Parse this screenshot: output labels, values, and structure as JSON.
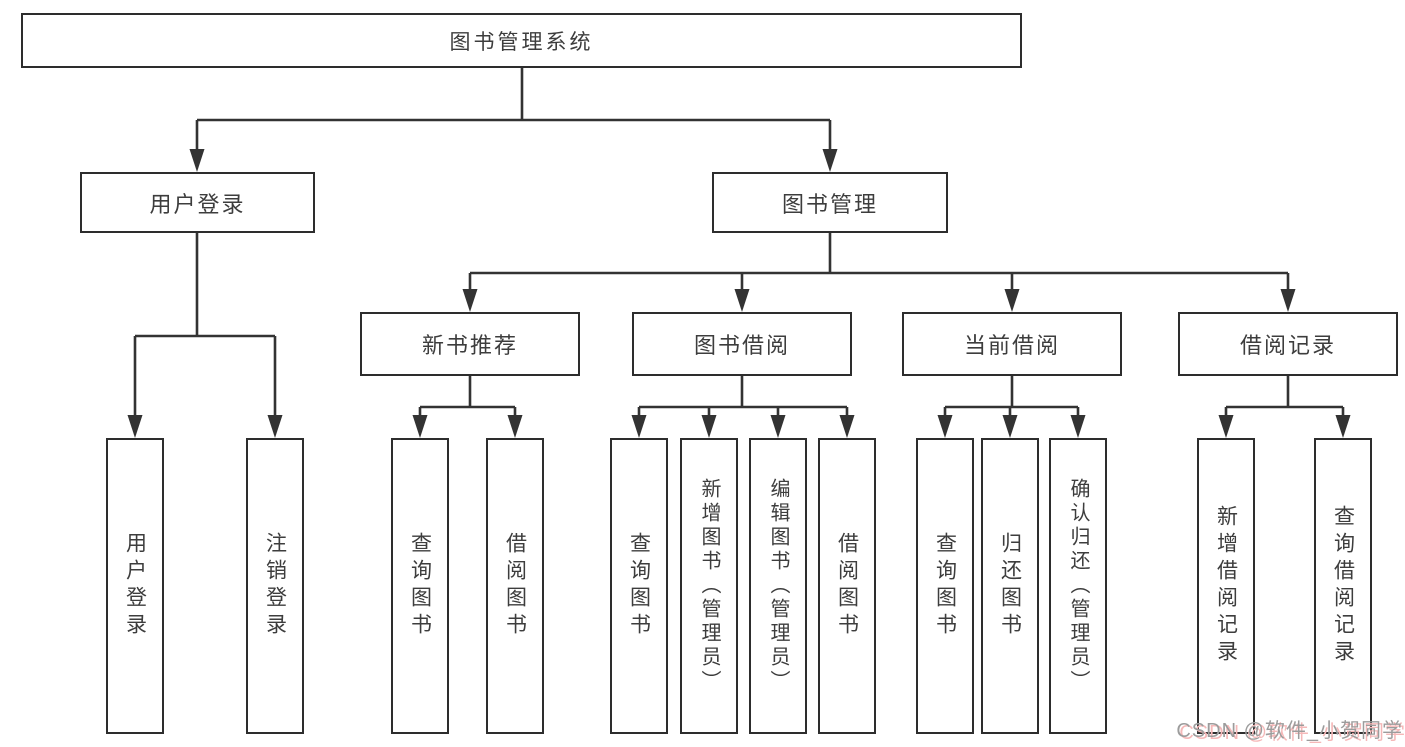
{
  "diagram": {
    "title": "图书管理系统",
    "level2": {
      "user_login": "用户登录",
      "book_mgmt": "图书管理"
    },
    "level3": {
      "new_books": "新书推荐",
      "book_borrow": "图书借阅",
      "current_borrow": "当前借阅",
      "borrow_records": "借阅记录"
    },
    "leaves": {
      "user_login": [
        "用户登录",
        "注销登录"
      ],
      "new_books": [
        "查询图书",
        "借阅图书"
      ],
      "book_borrow": [
        "查询图书",
        "新增图书（管理员）",
        "编辑图书（管理员）",
        "借阅图书"
      ],
      "current_borrow": [
        "查询图书",
        "归还图书",
        "确认归还（管理员）"
      ],
      "borrow_records": [
        "新增借阅记录",
        "查询借阅记录"
      ]
    }
  },
  "watermark": "CSDN @软件_小贺同学",
  "colors": {
    "line": "#333333",
    "border": "#2d2d2d",
    "text": "#3d3d3d",
    "background": "#ffffff",
    "watermark_gray": "#9c9c9c",
    "watermark_red": "#f5b8b8"
  }
}
